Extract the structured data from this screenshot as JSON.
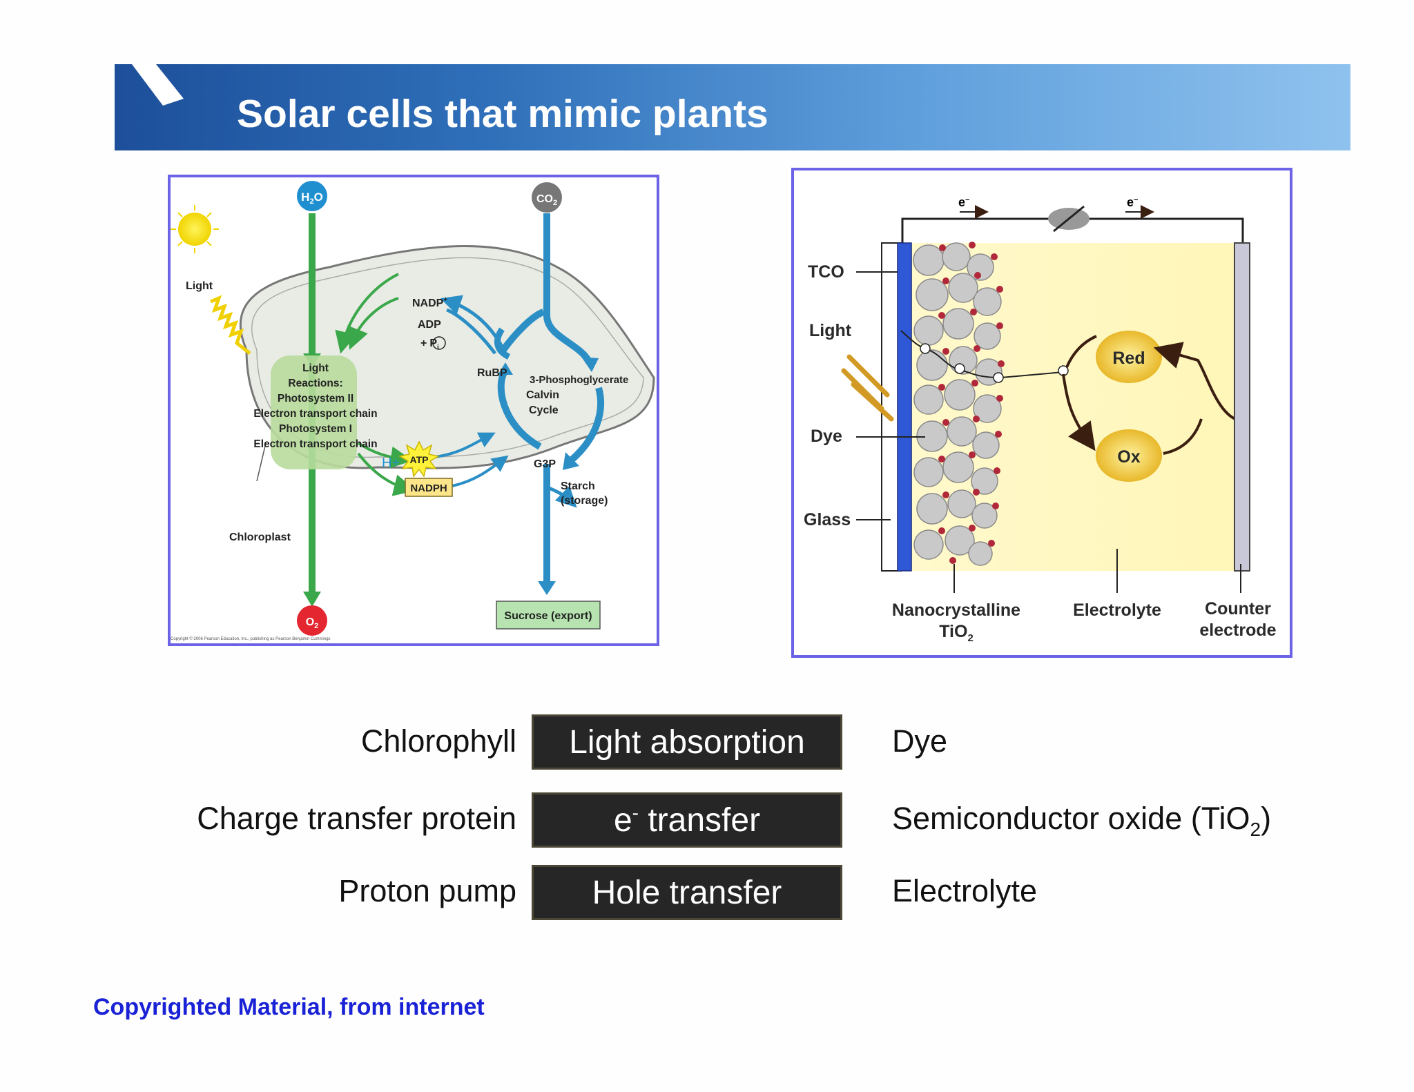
{
  "title": "Solar cells that mimic plants",
  "plant_diagram": {
    "labels": {
      "h2o": "H",
      "h2o_sub": "2",
      "h2o_end": "O",
      "co2": "CO",
      "co2_sub": "2",
      "o2": "O",
      "o2_sub": "2",
      "light": "Light",
      "nadp": "NADP",
      "nadp_sup": "+",
      "adp": "ADP",
      "pi_plus": "+",
      "pi": "P",
      "pi_sub": "i",
      "rubp": "RuBP",
      "phosphoglycerate": "3-Phosphoglycerate",
      "calvin1": "Calvin",
      "calvin2": "Cycle",
      "light_reactions": [
        "Light",
        "Reactions:",
        "Photosystem II",
        "Electron transport chain",
        "Photosystem I",
        "Electron transport chain"
      ],
      "hplus": "H+",
      "atp": "ATP",
      "nadph": "NADPH",
      "g3p": "G3P",
      "starch1": "Starch",
      "starch2": "(storage)",
      "chloroplast": "Chloroplast",
      "sucrose": "Sucrose (export)",
      "copyright": "Copyright © 2006 Pearson Education, Inc., publishing as Pearson Benjamin Cummings"
    }
  },
  "cell_diagram": {
    "labels": {
      "electron_left": "e",
      "electron_right": "e",
      "electron_sup": "−",
      "tco": "TCO",
      "light": "Light",
      "dye": "Dye",
      "glass": "Glass",
      "red": "Red",
      "ox": "Ox",
      "nano1": "Nanocrystalline",
      "nano2": "TiO",
      "nano2_sub": "2",
      "electrolyte": "Electrolyte",
      "counter1": "Counter",
      "counter2": "electrode"
    }
  },
  "comparison_rows": [
    {
      "plant": "Chlorophyll",
      "process": "Light absorption",
      "process_sup": "",
      "solar": "Dye",
      "solar_sub": "",
      "solar_end": ""
    },
    {
      "plant": "Charge transfer protein",
      "process": "e",
      "process_sup": "-",
      "process_end": " transfer",
      "solar": "Semiconductor oxide (TiO",
      "solar_sub": "2",
      "solar_end": ")"
    },
    {
      "plant": "Proton pump",
      "process": "Hole transfer",
      "process_sup": "",
      "solar": "Electrolyte",
      "solar_sub": "",
      "solar_end": ""
    }
  ],
  "footer": "Copyrighted Material, from internet"
}
